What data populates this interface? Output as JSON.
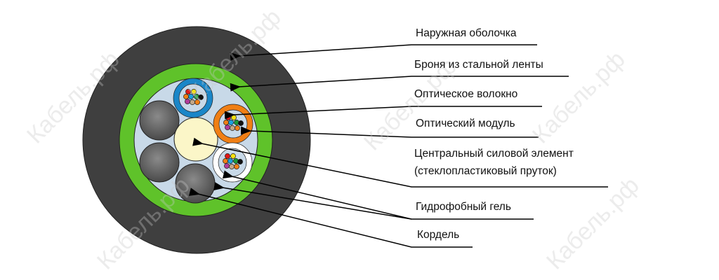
{
  "labels": {
    "outer_sheath": "Наружная оболочка",
    "steel_armor": "Броня из стальной ленты",
    "optical_fiber": "Оптическое волокно",
    "optical_module": "Оптический модуль",
    "central_member_1": "Центральный силовой элемент",
    "central_member_2": "(стеклопластиковый пруток)",
    "gel": "Гидрофобный гель",
    "cord": "Кордель"
  },
  "watermark": "Кабель.рф",
  "colors": {
    "sheath": "#3f3f3f",
    "armor": "#5fc22a",
    "fill": "#c8d9e8",
    "cord": "#5a5a5a",
    "central": "#fbf6c8",
    "module_blue": "#1a86c8",
    "module_orange": "#f07f15",
    "module_white": "#ffffff"
  }
}
